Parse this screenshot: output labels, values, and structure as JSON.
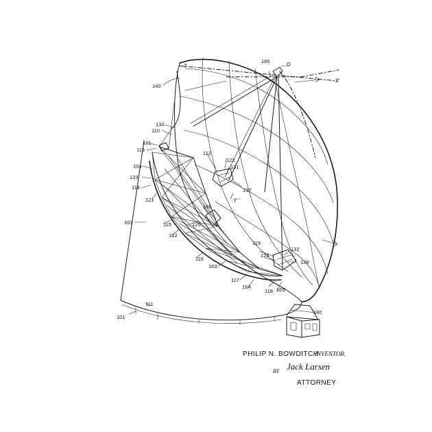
{
  "labels": {
    "n185": "185",
    "o": "O",
    "z": "Z",
    "z_prime": "Z'",
    "n140": "140",
    "n130": "130",
    "n110": "110",
    "n161": "161",
    "n113": "113",
    "n104": "104",
    "n133": "133",
    "n114": "114",
    "n121": "121",
    "n103": "103",
    "n112": "112",
    "n122": "122",
    "n131": "131",
    "n137": "137",
    "y": "Y",
    "n186": "186",
    "n115": "115",
    "n120": "120",
    "n162": "162",
    "n116": "116",
    "n163": "163",
    "n119": "119",
    "n132": "132",
    "n123": "123",
    "n139": "139",
    "n117": "117",
    "n164": "164",
    "n118": "118",
    "n165": "165",
    "n111": "111",
    "n101": "101",
    "n180": "180"
  },
  "caption": {
    "inventor_name": "PHILIP N. BOWDITCH",
    "inventor_word": "INVENTOR.",
    "by": "BY",
    "signature": "Jack Larsen",
    "attorney": "ATTORNEY"
  }
}
